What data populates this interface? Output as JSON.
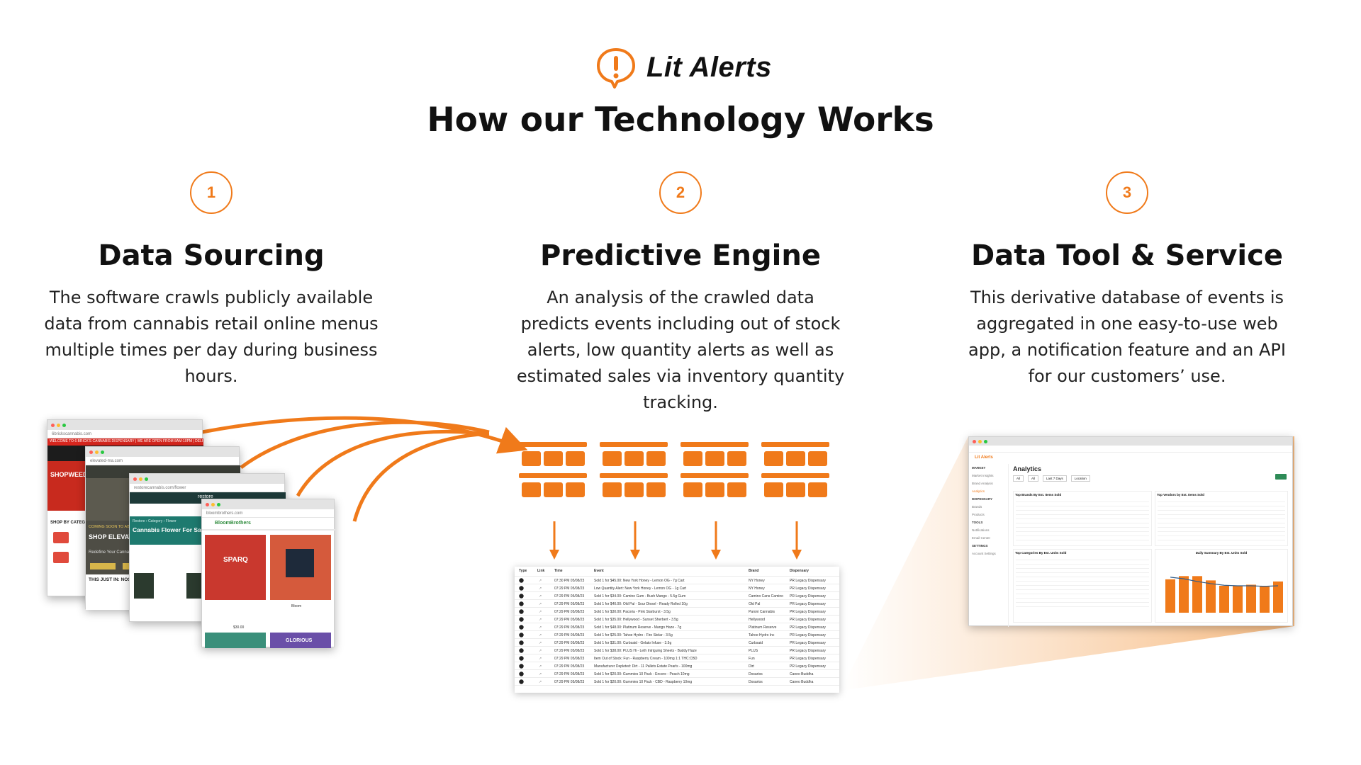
{
  "brand": {
    "name": "Lit Alerts",
    "accent": "#f07a1a"
  },
  "title": "How our Technology Works",
  "steps": [
    {
      "number": "1",
      "title": "Data Sourcing",
      "desc": "The software crawls publicly available data from cannabis retail online menus multiple times per day during business hours."
    },
    {
      "number": "2",
      "title": "Predictive Engine",
      "desc": "An analysis of the crawled data predicts events including out of stock alerts, low quantity alerts as well as estimated sales via inventory quantity tracking."
    },
    {
      "number": "3",
      "title": "Data Tool & Service",
      "desc": "This derivative database of events is aggregated in one easy-to-use web app, a notification feature and an API for our customers’ use."
    }
  ],
  "screenshots": {
    "w1": {
      "banner": "WELCOME TO 6 BRICK'S CANNABIS DISPENSARY | WE ARE OPEN FROM 8AM-10PM | DELI",
      "hero": "SHOPWEED N",
      "section": "SHOP BY CATEGOR"
    },
    "w2": {
      "heading": "SHOP ELEVATED RE MA",
      "sub": "Redefine Your Cannabis Experience",
      "coming": "COMING SOON TO ABINGTON",
      "news": "THIS JUST IN: NOSTALGIA"
    },
    "w3": {
      "brand": "restore",
      "crumb": "Restore › Category › Flower",
      "heading": "Cannabis Flower For Sale"
    },
    "w4": {
      "brand": "BloomBrothers",
      "product_a": "SPARQ",
      "product_b": "Bloom",
      "price": "$30.00",
      "product_c": "GLORIOUS"
    }
  },
  "table": {
    "headers": [
      "Type",
      "Link",
      "Time",
      "Event",
      "Brand",
      "Dispensary"
    ],
    "rows": [
      [
        "07:30 PM 05/08/23",
        "Sold 1 for $45.00: New York Honey - Lemon OG - 7g Cart",
        "NY Honey",
        "PR Legacy Dispensary"
      ],
      [
        "07:29 PM 05/08/23",
        "Low Quantity Alert: New York Honey - Lemon OG - 1g Cart",
        "NY Honey",
        "PR Legacy Dispensary"
      ],
      [
        "07:29 PM 05/08/23",
        "Sold 1 for $34.00: Camino Gum - Bush Mango - 5.5g Gum",
        "Camino Cans Camino",
        "PR Legacy Dispensary"
      ],
      [
        "07:29 PM 05/08/23",
        "Sold 1 for $40.00: Old Pal - Sour Diesel - Ready Rolled 10g",
        "Old Pal",
        "PR Legacy Dispensary"
      ],
      [
        "07:29 PM 05/08/23",
        "Sold 1 for $30.00: Pacoria - Pink Starburst - 3.5g",
        "Paroni Cannabis",
        "PR Legacy Dispensary"
      ],
      [
        "07:29 PM 05/08/23",
        "Sold 1 for $35.00: Hellywood - Sunset Sherbert - 3.5g",
        "Hellywood",
        "PR Legacy Dispensary"
      ],
      [
        "07:29 PM 05/08/23",
        "Sold 1 for $48.00: Platinum Reserve - Mango Haze - 7g",
        "Platinum Reserve",
        "PR Legacy Dispensary"
      ],
      [
        "07:29 PM 05/08/23",
        "Sold 1 for $25.00: Tahoe Hydro - Fire Stelar - 3.5g",
        "Tahoe Hydro Inc",
        "PR Legacy Dispensary"
      ],
      [
        "07:29 PM 05/08/23",
        "Sold 1 for $31.00: Curbsaid - Gelato Infuse - 3.5g",
        "Curbsaid",
        "PR Legacy Dispensary"
      ],
      [
        "07:29 PM 05/08/23",
        "Sold 1 for $38.00: PLUS Hi - Leth Intriguing Sheets - Buddy Haze",
        "PLUS",
        "PR Legacy Dispensary"
      ],
      [
        "07:29 PM 05/08/23",
        "Item Out of Stock: Fun - Raspberry Cream - 100mg 1:1 THC:CBD",
        "Fun",
        "PR Legacy Dispensary"
      ],
      [
        "07:29 PM 05/08/23",
        "Manufacturer Depleted: Dirt - 11 Pallets Estate Pearls - 100mg",
        "Dirt",
        "PR Legacy Dispensary"
      ],
      [
        "07:29 PM 05/08/23",
        "Sold 1 for $20.00: Gummies 10 Pack - Encore - Peach 10mg",
        "Dosarios",
        "Caneo Buddha"
      ],
      [
        "07:29 PM 05/08/23",
        "Sold 1 for $20.00: Gummies 10 Pack - CBD - Raspberry 10mg",
        "Dosarios",
        "Caneo Buddha"
      ]
    ]
  },
  "dashboard": {
    "brand": "Lit Alerts",
    "heading": "Analytics",
    "filters": [
      "All",
      "All",
      "Last 7 Days",
      "Location"
    ],
    "left_table": "Top Brands By Est. Items Sold",
    "right_table": "Top Vendors by Est. Items Sold",
    "bottom_left": "Top Categories By Est. Units Sold",
    "chart_title": "Daily Summary By Est. Units Sold",
    "sidebar": [
      "MARKET",
      "Market Insights",
      "Brand Analysis",
      "Analytics",
      "DISPENSARY",
      "Brands",
      "Products",
      "TOOLS",
      "Notifications",
      "Email Center",
      "SETTINGS",
      "Account Settings"
    ],
    "bars": [
      0.62,
      0.68,
      0.68,
      0.6,
      0.5,
      0.5,
      0.52,
      0.5,
      0.58
    ],
    "line": [
      0.66,
      0.63,
      0.58,
      0.54,
      0.51,
      0.5,
      0.5,
      0.49,
      0.5
    ]
  }
}
